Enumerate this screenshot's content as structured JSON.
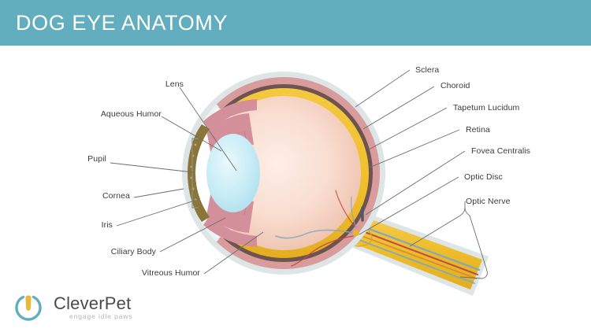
{
  "header": {
    "title": "DOG EYE ANATOMY",
    "background_color": "#62adbe",
    "text_color": "#ffffff"
  },
  "diagram": {
    "name": "dog-eye-cross-section",
    "background_color": "#ffffff",
    "parts": {
      "sclera_color": "#dde5e6",
      "choroid_color": "#d99c9c",
      "retina_color": "#6e5450",
      "tapetum_color": "#f0bf2e",
      "vitreous_color": "#f7dbd0",
      "lens_color": "#bfe9f4",
      "iris_color": "#8a7638",
      "ciliary_color": "#d3909a",
      "cornea_color": "#ffffff",
      "optic_nerve_color": "#f0bf2e",
      "vessel_artery_color": "#c0484a",
      "vessel_vein_color": "#7fa8bd",
      "leader_line_color": "#6d6d6d"
    }
  },
  "labels_left": [
    {
      "id": "lens",
      "text": "Lens"
    },
    {
      "id": "aqueous-humor",
      "text": "Aqueous Humor"
    },
    {
      "id": "pupil",
      "text": "Pupil"
    },
    {
      "id": "cornea",
      "text": "Cornea"
    },
    {
      "id": "iris",
      "text": "Iris"
    },
    {
      "id": "ciliary-body",
      "text": "Ciliary Body"
    },
    {
      "id": "vitreous-humor",
      "text": "Vitreous Humor"
    }
  ],
  "labels_right": [
    {
      "id": "sclera",
      "text": "Sclera"
    },
    {
      "id": "choroid",
      "text": "Choroid"
    },
    {
      "id": "tapetum-lucidum",
      "text": "Tapetum Lucidum"
    },
    {
      "id": "retina",
      "text": "Retina"
    },
    {
      "id": "fovea-centralis",
      "text": "Fovea Centralis"
    },
    {
      "id": "optic-disc",
      "text": "Optic Disc"
    },
    {
      "id": "optic-nerve",
      "text": "Optic Nerve"
    }
  ],
  "logo": {
    "wordmark": "CleverPet",
    "tagline": "engage idle paws",
    "ring_color": "#62adbe",
    "bulb_color": "#e8b93c",
    "word_color": "#4a4a4a",
    "tagline_color": "#b4b4b4"
  }
}
